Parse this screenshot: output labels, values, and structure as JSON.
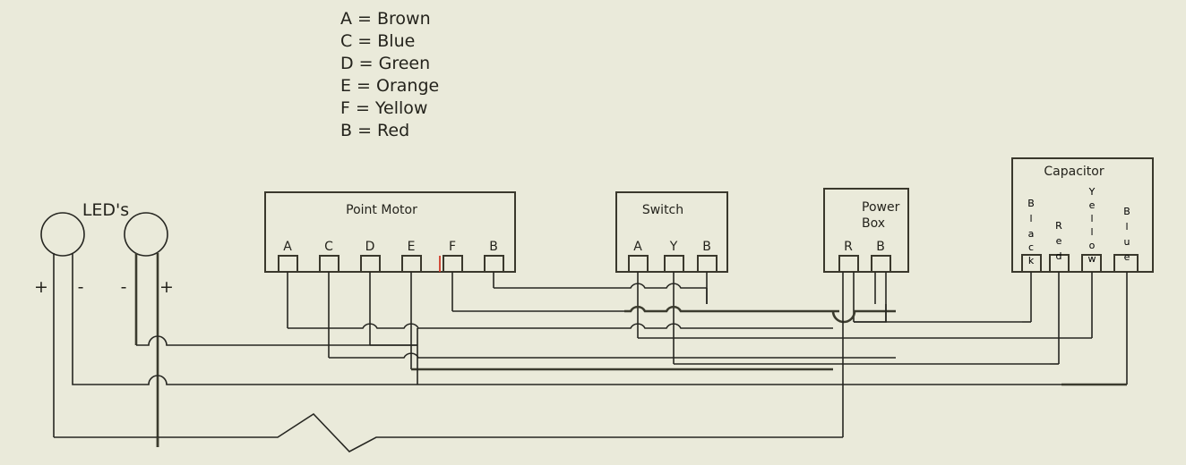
{
  "legend": {
    "name": "wire-colour-legend",
    "entries": [
      "A = Brown",
      "C = Blue",
      "D = Green",
      "E = Orange",
      "F = Yellow",
      "B = Red"
    ]
  },
  "leds": {
    "title": "LED's",
    "led1": {
      "left_polarity": "+",
      "right_polarity": "-"
    },
    "led2": {
      "left_polarity": "-",
      "right_polarity": "+"
    }
  },
  "point_motor": {
    "title": "Point Motor",
    "terminals": [
      "A",
      "C",
      "D",
      "E",
      "F",
      "B"
    ],
    "highlight_terminal": "E",
    "highlight_color": "#d03a28"
  },
  "switch": {
    "title": "Switch",
    "terminals": [
      "A",
      "Y",
      "B"
    ]
  },
  "power_box": {
    "title_line1": "Power",
    "title_line2": "Box",
    "terminals": [
      "R",
      "B"
    ]
  },
  "capacitor": {
    "title": "Capacitor",
    "terminals": [
      "Black",
      "Red",
      "Yellow",
      "Blue"
    ]
  },
  "colors": {
    "background": "#eaeada",
    "line": "#262621",
    "box_line": "#3a382c",
    "highlight": "#d03a28"
  }
}
